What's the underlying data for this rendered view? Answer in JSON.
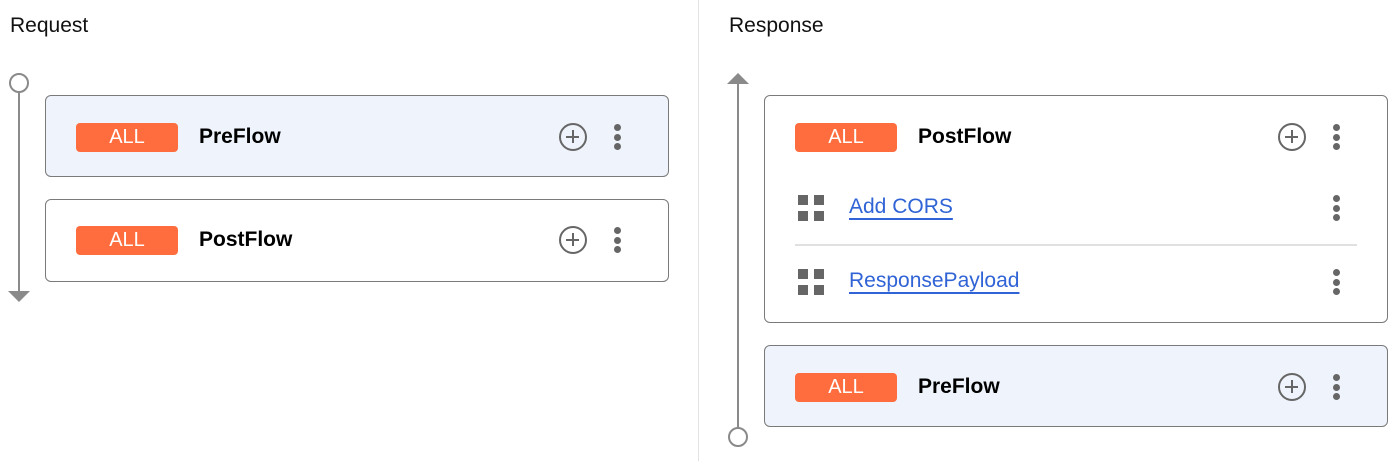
{
  "request": {
    "title": "Request",
    "flows": [
      {
        "badge": "ALL",
        "name": "PreFlow",
        "selected": true
      },
      {
        "badge": "ALL",
        "name": "PostFlow",
        "selected": false
      }
    ]
  },
  "response": {
    "title": "Response",
    "flows": [
      {
        "badge": "ALL",
        "name": "PostFlow",
        "selected": false,
        "steps": [
          {
            "name": "Add CORS",
            "icon": "policy-grid-icon"
          },
          {
            "name": "ResponsePayload",
            "icon": "policy-grid-icon"
          }
        ]
      },
      {
        "badge": "ALL",
        "name": "PreFlow",
        "selected": true
      }
    ]
  },
  "colors": {
    "badge": "#ff6d3f",
    "link": "#2f63d6",
    "selected_bg": "#eff4fc"
  }
}
